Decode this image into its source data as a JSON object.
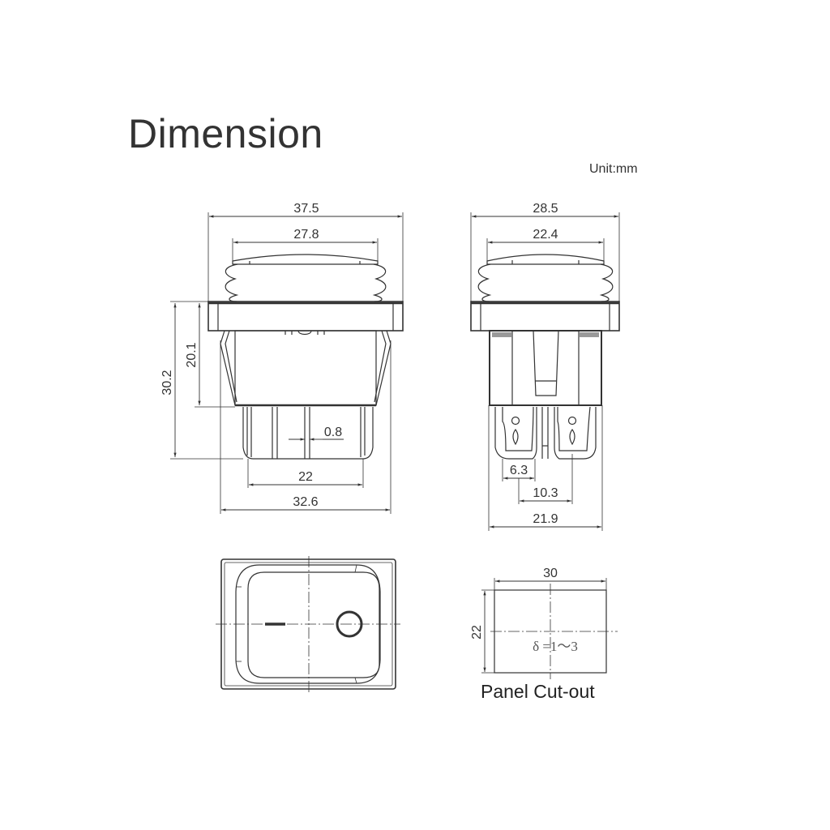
{
  "title": "Dimension",
  "unit_label": "Unit:mm",
  "front_view": {
    "overall_width": "37.5",
    "cap_width": "27.8",
    "overall_height": "30.2",
    "body_height": "20.1",
    "terminal_thickness": "0.8",
    "terminal_span": "22",
    "body_width": "32.6"
  },
  "side_view": {
    "overall_width": "28.5",
    "cap_width": "22.4",
    "terminal_width": "6.3",
    "terminal_pitch": "10.3",
    "body_width": "21.9"
  },
  "top_view": {
    "on_symbol": "|",
    "off_symbol": "O"
  },
  "panel_cutout": {
    "width": "30",
    "height": "22",
    "thickness_note": "δ =1～3",
    "caption": "Panel Cut-out"
  },
  "colors": {
    "line": "#333333",
    "background": "#ffffff"
  }
}
